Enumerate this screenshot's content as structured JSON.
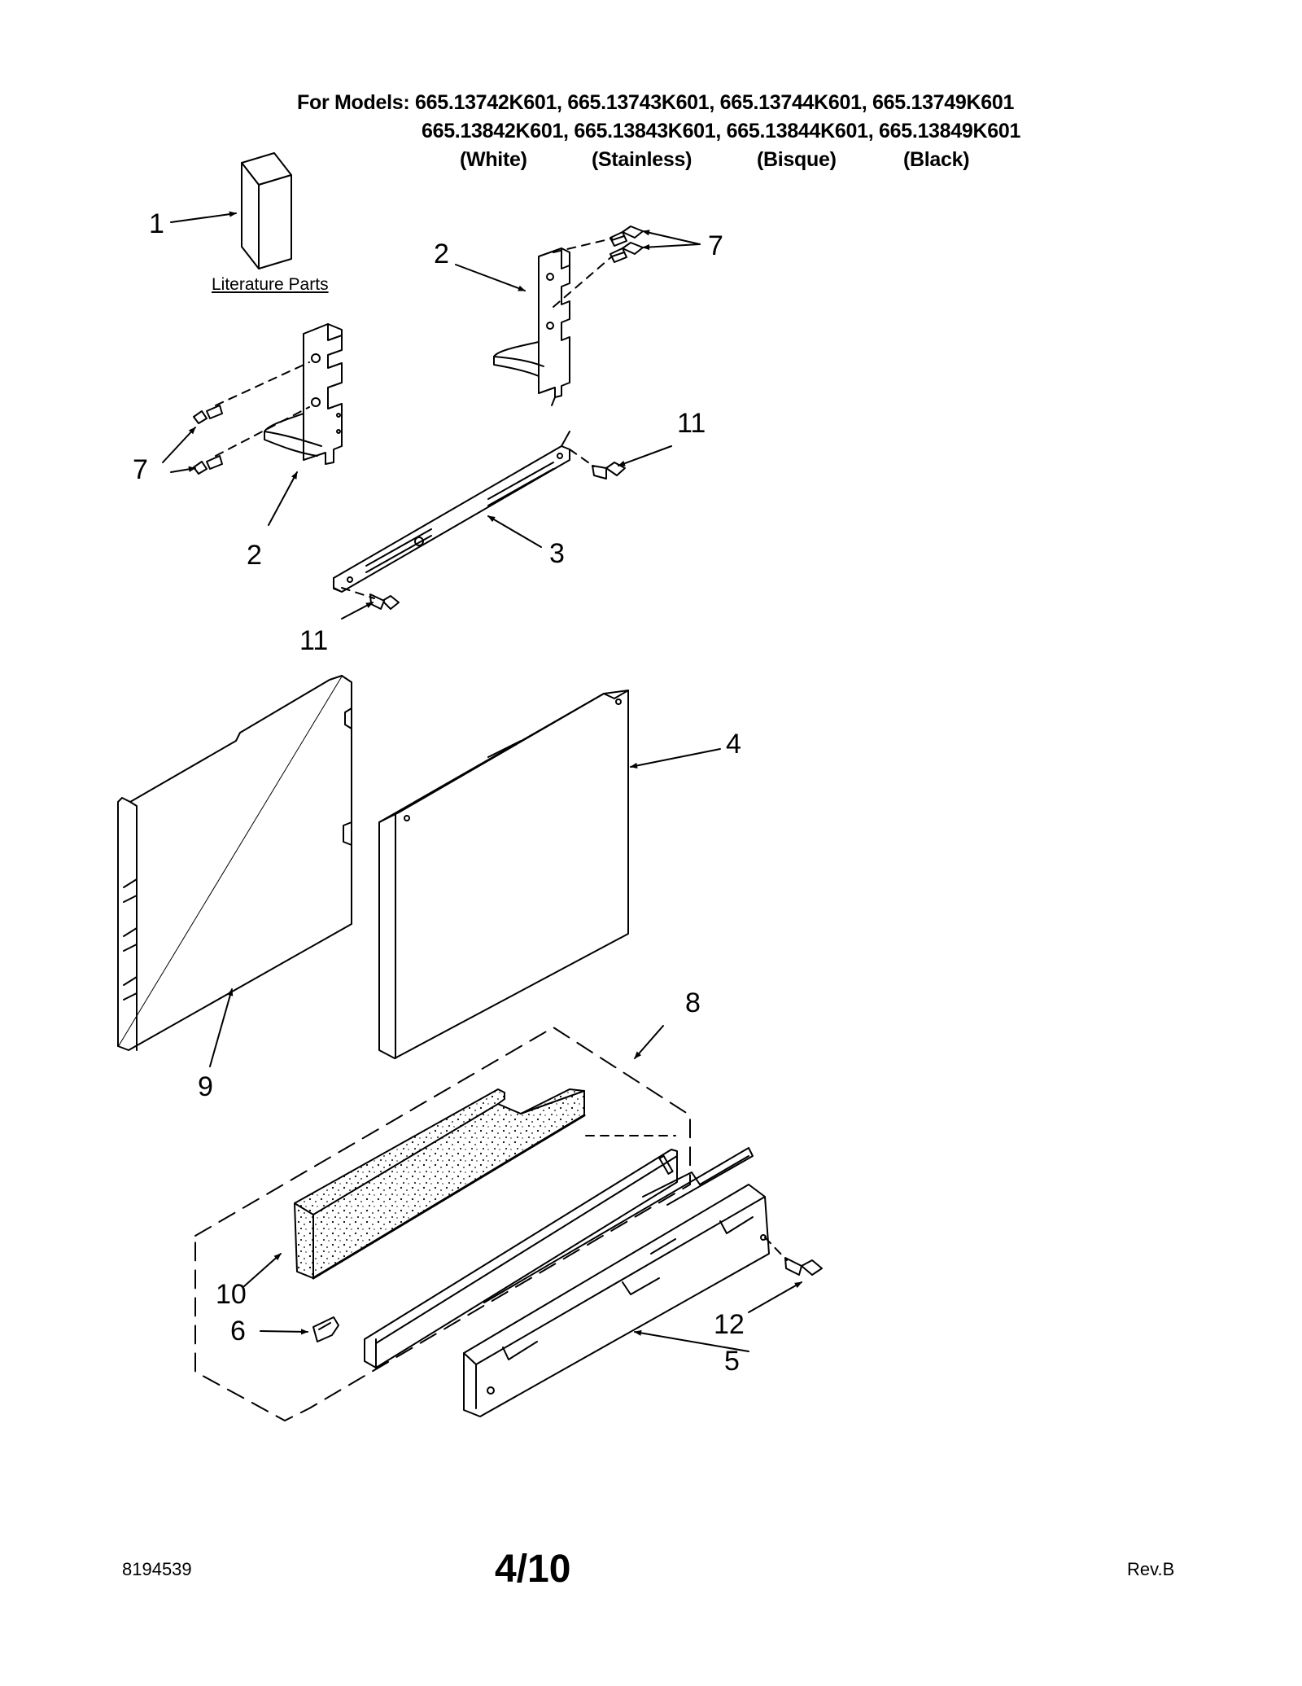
{
  "header": {
    "models_line1": "For Models: 665.13742K601, 665.13743K601, 665.13744K601, 665.13749K601",
    "models_line2": "665.13842K601, 665.13843K601, 665.13844K601, 665.13849K601",
    "colors": [
      "(White)",
      "(Stainless)",
      "(Bisque)",
      "(Black)"
    ]
  },
  "literature_label": "Literature Parts",
  "callouts": {
    "c1": "1",
    "c2a": "2",
    "c7a": "7",
    "c7b": "7",
    "c2b": "2",
    "c11a": "11",
    "c3": "3",
    "c11b": "11",
    "c4": "4",
    "c9": "9",
    "c8": "8",
    "c10": "10",
    "c6": "6",
    "c12": "12",
    "c5": "5"
  },
  "footer": {
    "doc_number": "8194539",
    "page": "4/10",
    "revision": "Rev.B"
  }
}
